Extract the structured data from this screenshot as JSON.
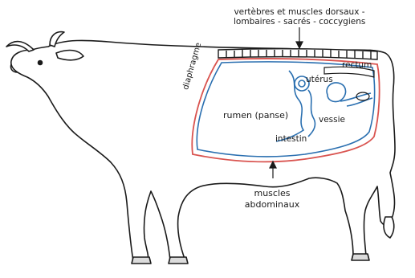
{
  "labels": {
    "vertebrae_line1": "vertèbres et muscles dorsaux -",
    "vertebrae_line2": "lombaires - sacrés - coccygiens",
    "rectum": "rectum",
    "uterus": "utérus",
    "rumen": "rumen (panse)",
    "vessie": "vessie",
    "intestin": "intestin",
    "diaphragme": "diaphragme",
    "abdo_line1": "muscles",
    "abdo_line2": "abdominaux"
  },
  "colors": {
    "outline": "#1a1a1a",
    "peritoneum_red": "#d9534f",
    "cavity_blue": "#2a6fb0",
    "background": "#ffffff"
  }
}
